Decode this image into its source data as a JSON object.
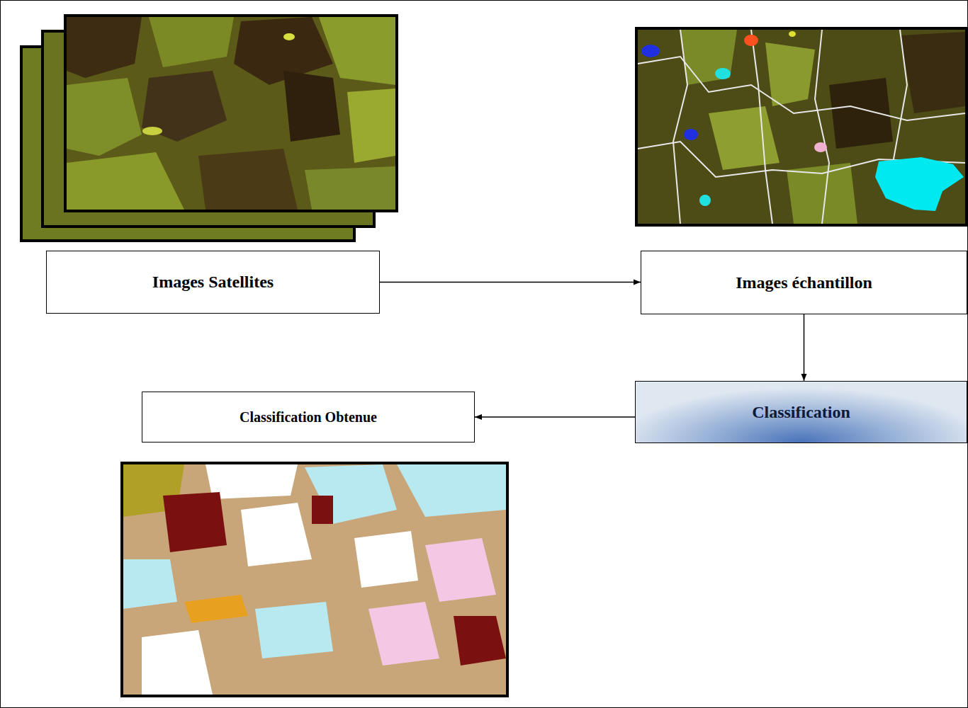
{
  "diagram": {
    "nodes": [
      {
        "text": [
          "Images Satellites"
        ]
      },
      {
        "text": [
          "Images échantillon"
        ]
      },
      {
        "text": [
          "Classification"
        ]
      },
      {
        "text": [
          "Classification Obtenue"
        ]
      }
    ],
    "edges": [
      {
        "from": 0,
        "to": 1,
        "arrow": "to"
      },
      {
        "from": 1,
        "to": 2,
        "arrow": "to"
      },
      {
        "from": 2,
        "to": 3,
        "arrow": "to"
      }
    ]
  }
}
